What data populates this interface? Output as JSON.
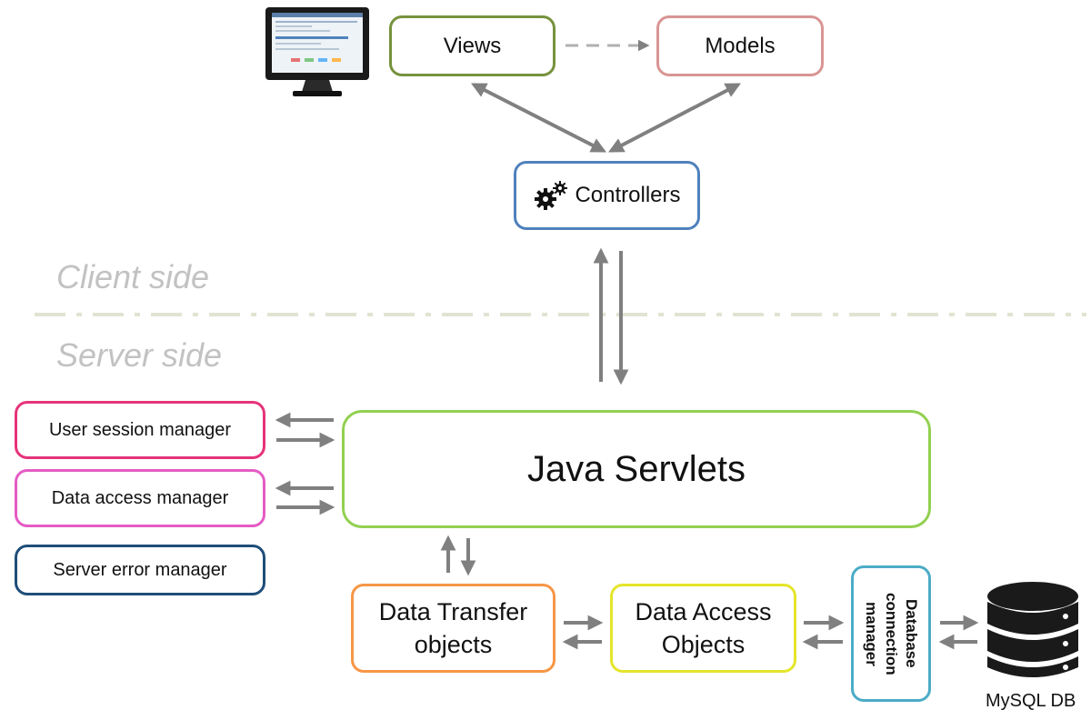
{
  "diagram": {
    "views": {
      "label": "Views",
      "color": "#76923c"
    },
    "models": {
      "label": "Models",
      "color": "#d99594"
    },
    "controllers": {
      "label": "Controllers",
      "color": "#4f81bd",
      "icon": "gears-icon"
    },
    "client_side": "Client side",
    "server_side": "Server side",
    "java_servlets": {
      "label": "Java Servlets",
      "color": "#92d050"
    },
    "managers": [
      {
        "label": "User session manager",
        "color": "#e6337a"
      },
      {
        "label": "Data access manager",
        "color": "#e55bc4"
      },
      {
        "label": "Server error manager",
        "color": "#1f4e79"
      }
    ],
    "dto": {
      "line1": "Data Transfer",
      "line2": "objects",
      "color": "#f79646"
    },
    "dao": {
      "line1": "Data Access",
      "line2": "Objects",
      "color": "#e5e52b"
    },
    "db_manager": {
      "line1": "Database",
      "line2": "connection",
      "line3": "manager",
      "color": "#4bacc6"
    },
    "database": {
      "label": "MySQL DB",
      "icon": "database-icon"
    },
    "monitor": {
      "icon": "monitor-icon"
    },
    "arrow_color": "#808080",
    "divider_color": "#e6e6d8"
  }
}
